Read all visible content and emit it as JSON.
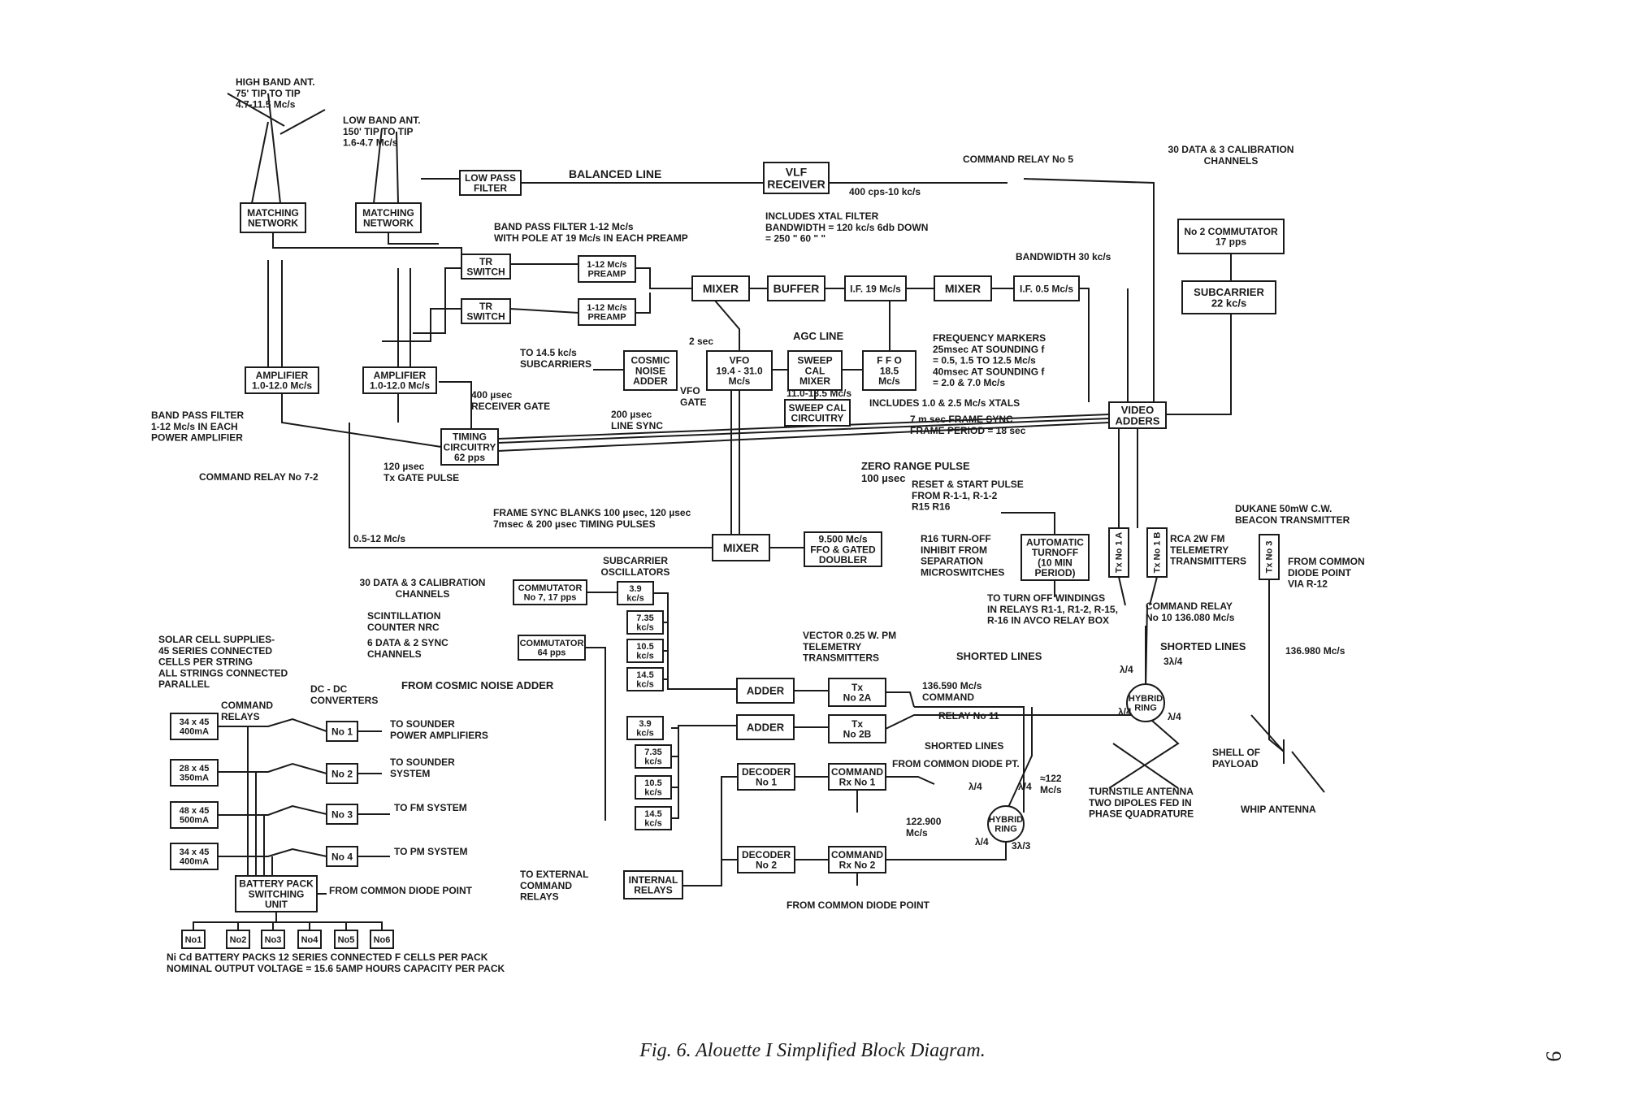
{
  "caption": "Fig. 6.  Alouette I Simplified Block Diagram.",
  "page_number": "9",
  "colors": {
    "ink": "#1a1a1a",
    "paper": "#ffffff"
  },
  "blocks": [
    {
      "id": "matching-network-1",
      "lines": [
        "MATCHING",
        "NETWORK"
      ]
    },
    {
      "id": "matching-network-2",
      "lines": [
        "MATCHING",
        "NETWORK"
      ]
    },
    {
      "id": "low-pass-filter",
      "lines": [
        "LOW PASS",
        "FILTER"
      ]
    },
    {
      "id": "vlf-receiver",
      "lines": [
        "VLF",
        "RECEIVER"
      ]
    },
    {
      "id": "tr-switch-1",
      "lines": [
        "TR",
        "SWITCH"
      ]
    },
    {
      "id": "tr-switch-2",
      "lines": [
        "TR",
        "SWITCH"
      ]
    },
    {
      "id": "preamp-1",
      "lines": [
        "1-12 Mc/s",
        "PREAMP"
      ]
    },
    {
      "id": "preamp-2",
      "lines": [
        "1-12 Mc/s",
        "PREAMP"
      ]
    },
    {
      "id": "mixer-1",
      "lines": [
        "MIXER"
      ]
    },
    {
      "id": "buffer",
      "lines": [
        "BUFFER"
      ]
    },
    {
      "id": "if-19",
      "lines": [
        "I.F. 19 Mc/s"
      ]
    },
    {
      "id": "mixer-2",
      "lines": [
        "MIXER"
      ]
    },
    {
      "id": "if-05",
      "lines": [
        "I.F. 0.5 Mc/s"
      ]
    },
    {
      "id": "no2-commutator",
      "lines": [
        "No 2 COMMUTATOR",
        "17 pps"
      ]
    },
    {
      "id": "subcarrier-22",
      "lines": [
        "SUBCARRIER",
        "22 kc/s"
      ]
    },
    {
      "id": "amplifier-1",
      "lines": [
        "AMPLIFIER",
        "1.0-12.0 Mc/s"
      ]
    },
    {
      "id": "amplifier-2",
      "lines": [
        "AMPLIFIER",
        "1.0-12.0 Mc/s"
      ]
    },
    {
      "id": "cosmic-noise-adder",
      "lines": [
        "COSMIC",
        "NOISE",
        "ADDER"
      ]
    },
    {
      "id": "vfo",
      "lines": [
        "VFO",
        "19.4 - 31.0",
        "Mc/s"
      ]
    },
    {
      "id": "sweep-cal-mixer",
      "lines": [
        "SWEEP",
        "CAL",
        "MIXER"
      ]
    },
    {
      "id": "ffo",
      "lines": [
        "F F O",
        "18.5",
        "Mc/s"
      ]
    },
    {
      "id": "sweep-cal-circuitry",
      "lines": [
        "SWEEP CAL",
        "CIRCUITRY"
      ]
    },
    {
      "id": "video-adders",
      "lines": [
        "VIDEO",
        "ADDERS"
      ]
    },
    {
      "id": "timing-circuitry",
      "lines": [
        "TIMING",
        "CIRCUITRY",
        "62 pps"
      ]
    },
    {
      "id": "mixer-3",
      "lines": [
        "MIXER"
      ]
    },
    {
      "id": "ffo-doubler",
      "lines": [
        "9.500 Mc/s",
        "FFO & GATED",
        "DOUBLER"
      ]
    },
    {
      "id": "automatic-turnoff",
      "lines": [
        "AUTOMATIC",
        "TURNOFF",
        "(10 MIN",
        "PERIOD)"
      ]
    },
    {
      "id": "tx-no1a",
      "lines": [
        "Tx No 1 A"
      ]
    },
    {
      "id": "tx-no1b",
      "lines": [
        "Tx No 1 B"
      ]
    },
    {
      "id": "tx-no3",
      "lines": [
        "Tx No 3"
      ]
    },
    {
      "id": "commutator-no7",
      "lines": [
        "COMMUTATOR",
        "No 7, 17 pps"
      ]
    },
    {
      "id": "commutator-64",
      "lines": [
        "COMMUTATOR",
        "64 pps"
      ]
    },
    {
      "id": "osc-3-9-a",
      "lines": [
        "3.9",
        "kc/s"
      ]
    },
    {
      "id": "osc-7-35-a",
      "lines": [
        "7.35",
        "kc/s"
      ]
    },
    {
      "id": "osc-10-5-a",
      "lines": [
        "10.5",
        "kc/s"
      ]
    },
    {
      "id": "osc-14-5-a",
      "lines": [
        "14.5",
        "kc/s"
      ]
    },
    {
      "id": "osc-3-9-b",
      "lines": [
        "3.9",
        "kc/s"
      ]
    },
    {
      "id": "osc-7-35-b",
      "lines": [
        "7.35",
        "kc/s"
      ]
    },
    {
      "id": "osc-10-5-b",
      "lines": [
        "10.5",
        "kc/s"
      ]
    },
    {
      "id": "osc-14-5-b",
      "lines": [
        "14.5",
        "kc/s"
      ]
    },
    {
      "id": "adder-1",
      "lines": [
        "ADDER"
      ]
    },
    {
      "id": "adder-2",
      "lines": [
        "ADDER"
      ]
    },
    {
      "id": "tx-no2a",
      "lines": [
        "Tx",
        "No 2A"
      ]
    },
    {
      "id": "tx-no2b",
      "lines": [
        "Tx",
        "No 2B"
      ]
    },
    {
      "id": "decoder-no1",
      "lines": [
        "DECODER",
        "No 1"
      ]
    },
    {
      "id": "command-rx-no1",
      "lines": [
        "COMMAND",
        "Rx No 1"
      ]
    },
    {
      "id": "decoder-no2",
      "lines": [
        "DECODER",
        "No 2"
      ]
    },
    {
      "id": "command-rx-no2",
      "lines": [
        "COMMAND",
        "Rx No 2"
      ]
    },
    {
      "id": "internal-relays",
      "lines": [
        "INTERNAL",
        "RELAYS"
      ]
    },
    {
      "id": "hybrid-ring-1",
      "lines": [
        "HYBRID",
        "RING"
      ]
    },
    {
      "id": "hybrid-ring-2",
      "lines": [
        "HYBRID",
        "RING"
      ]
    },
    {
      "id": "solar-34x45-a",
      "lines": [
        "34 x 45",
        "400mA"
      ]
    },
    {
      "id": "solar-28x45",
      "lines": [
        "28 x 45",
        "350mA"
      ]
    },
    {
      "id": "solar-48x45",
      "lines": [
        "48 x 45",
        "500mA"
      ]
    },
    {
      "id": "solar-34x45-b",
      "lines": [
        "34 x 45",
        "400mA"
      ]
    },
    {
      "id": "dcdc-no1",
      "lines": [
        "No 1"
      ]
    },
    {
      "id": "dcdc-no2",
      "lines": [
        "No 2"
      ]
    },
    {
      "id": "dcdc-no3",
      "lines": [
        "No 3"
      ]
    },
    {
      "id": "dcdc-no4",
      "lines": [
        "No 4"
      ]
    },
    {
      "id": "battery-switching",
      "lines": [
        "BATTERY PACK",
        "SWITCHING",
        "UNIT"
      ]
    },
    {
      "id": "pack-no1",
      "lines": [
        "No1"
      ]
    },
    {
      "id": "pack-no2",
      "lines": [
        "No2"
      ]
    },
    {
      "id": "pack-no3",
      "lines": [
        "No3"
      ]
    },
    {
      "id": "pack-no4",
      "lines": [
        "No4"
      ]
    },
    {
      "id": "pack-no5",
      "lines": [
        "No5"
      ]
    },
    {
      "id": "pack-no6",
      "lines": [
        "No6"
      ]
    }
  ],
  "labels": [
    {
      "id": "high-band-ant",
      "lines": [
        "HIGH BAND ANT.",
        "75' TIP TO TIP",
        "4.7-11.5 Mc/s"
      ]
    },
    {
      "id": "low-band-ant",
      "lines": [
        "LOW BAND ANT.",
        "150' TIP TO TIP",
        "1.6-4.7 Mc/s"
      ]
    },
    {
      "id": "balanced-line",
      "lines": [
        "BALANCED LINE"
      ]
    },
    {
      "id": "vlf-range",
      "lines": [
        "400 cps-10 kc/s"
      ]
    },
    {
      "id": "command-relay-5",
      "lines": [
        "COMMAND RELAY No 5"
      ]
    },
    {
      "id": "data-channels-top",
      "lines": [
        "30 DATA & 3 CALIBRATION",
        "CHANNELS"
      ]
    },
    {
      "id": "xtal-filter",
      "lines": [
        "INCLUDES XTAL FILTER",
        "BANDWIDTH = 120 kc/s 6db DOWN",
        "= 250 \"   60 \"   \""
      ]
    },
    {
      "id": "band-pass-preamp",
      "lines": [
        "BAND PASS FILTER 1-12 Mc/s",
        "WITH POLE AT 19 Mc/s IN EACH PREAMP"
      ]
    },
    {
      "id": "bandwidth-30",
      "lines": [
        "BANDWIDTH 30 kc/s"
      ]
    },
    {
      "id": "agc-line",
      "lines": [
        "AGC LINE"
      ]
    },
    {
      "id": "two-sec",
      "lines": [
        "2 sec"
      ]
    },
    {
      "id": "to-subcarriers",
      "lines": [
        "TO 14.5 kc/s",
        "SUBCARRIERS"
      ]
    },
    {
      "id": "frequency-markers",
      "lines": [
        "FREQUENCY MARKERS",
        "25msec AT SOUNDING f",
        "= 0.5, 1.5 TO 12.5 Mc/s",
        "40msec AT SOUNDING f",
        "= 2.0 & 7.0 Mc/s"
      ]
    },
    {
      "id": "vfo-gate",
      "lines": [
        "VFO",
        "GATE"
      ]
    },
    {
      "id": "sweep-range",
      "lines": [
        "11.0-13.5 Mc/s"
      ]
    },
    {
      "id": "includes-xtals",
      "lines": [
        "INCLUDES 1.0 & 2.5 Mc/s XTALS"
      ]
    },
    {
      "id": "band-pass-power",
      "lines": [
        "BAND PASS FILTER",
        "1-12 Mc/s IN EACH",
        "POWER AMPLIFIER"
      ]
    },
    {
      "id": "receiver-gate",
      "lines": [
        "400 µsec",
        "RECEIVER GATE"
      ]
    },
    {
      "id": "line-sync",
      "lines": [
        "200 µsec",
        "LINE SYNC"
      ]
    },
    {
      "id": "frame-sync",
      "lines": [
        "7 m sec FRAME SYNC",
        "FRAME PERIOD = 18 sec"
      ]
    },
    {
      "id": "command-relay-7-2",
      "lines": [
        "COMMAND RELAY No 7-2"
      ]
    },
    {
      "id": "tx-gate-pulse",
      "lines": [
        "120 µsec",
        "Tx GATE PULSE"
      ]
    },
    {
      "id": "zero-range",
      "lines": [
        "ZERO RANGE PULSE",
        "100 µsec"
      ]
    },
    {
      "id": "reset-start",
      "lines": [
        "RESET & START PULSE",
        "FROM R-1-1, R-1-2",
        "R15  R16"
      ]
    },
    {
      "id": "frame-blanks",
      "lines": [
        "FRAME SYNC BLANKS 100 µsec, 120 µsec",
        "7msec    & 200 µsec TIMING PULSES"
      ]
    },
    {
      "id": "dukane",
      "lines": [
        "DUKANE 50mW C.W.",
        "BEACON TRANSMITTER"
      ]
    },
    {
      "id": "rca-telemetry",
      "lines": [
        "RCA 2W FM",
        "TELEMETRY",
        "TRANSMITTERS"
      ]
    },
    {
      "id": "from-diode-r12",
      "lines": [
        "FROM COMMON",
        "DIODE POINT",
        "VIA R-12"
      ]
    },
    {
      "id": "range-05-12",
      "lines": [
        "0.5-12 Mc/s"
      ]
    },
    {
      "id": "r16-turnoff",
      "lines": [
        "R16 TURN-OFF",
        "INHIBIT FROM",
        "SEPARATION",
        "MICROSWITCHES"
      ]
    },
    {
      "id": "turn-off-windings",
      "lines": [
        "TO TURN OFF WINDINGS",
        "IN RELAYS R1-1, R1-2, R-15,",
        "R-16 IN AVCO RELAY BOX"
      ]
    },
    {
      "id": "command-relay-10",
      "lines": [
        "COMMAND RELAY",
        "No 10  136.080 Mc/s"
      ]
    },
    {
      "id": "data-channels-bottom",
      "lines": [
        "30 DATA & 3 CALIBRATION",
        "CHANNELS"
      ]
    },
    {
      "id": "subcarrier-oscillators",
      "lines": [
        "SUBCARRIER",
        "OSCILLATORS"
      ]
    },
    {
      "id": "scintillation",
      "lines": [
        "SCINTILLATION",
        "COUNTER NRC"
      ]
    },
    {
      "id": "data-sync-channels",
      "lines": [
        "6 DATA & 2 SYNC",
        "CHANNELS"
      ]
    },
    {
      "id": "from-cosmic",
      "lines": [
        "FROM COSMIC NOISE ADDER"
      ]
    },
    {
      "id": "vector-telemetry",
      "lines": [
        "VECTOR 0.25 W. PM",
        "TELEMETRY",
        "TRANSMITTERS"
      ]
    },
    {
      "id": "shorted-lines-1",
      "lines": [
        "SHORTED LINES"
      ]
    },
    {
      "id": "shorted-lines-2",
      "lines": [
        "SHORTED LINES"
      ]
    },
    {
      "id": "shorted-lines-3",
      "lines": [
        "SHORTED LINES"
      ]
    },
    {
      "id": "command-136",
      "lines": [
        "136.590 Mc/s",
        "COMMAND"
      ]
    },
    {
      "id": "relay-no11",
      "lines": [
        "RELAY No 11"
      ]
    },
    {
      "id": "from-diode-pt",
      "lines": [
        "FROM COMMON DIODE PT."
      ]
    },
    {
      "id": "freq-122",
      "lines": [
        "≈122",
        "Mc/s"
      ]
    },
    {
      "id": "freq-122900",
      "lines": [
        "122.900",
        "Mc/s"
      ]
    },
    {
      "id": "turnstile",
      "lines": [
        "TURNSTILE ANTENNA",
        "TWO DIPOLES FED IN",
        "PHASE QUADRATURE"
      ]
    },
    {
      "id": "freq-136980",
      "lines": [
        "136.980 Mc/s"
      ]
    },
    {
      "id": "shell-payload",
      "lines": [
        "SHELL OF",
        "PAYLOAD"
      ]
    },
    {
      "id": "whip-antenna",
      "lines": [
        "WHIP ANTENNA"
      ]
    },
    {
      "id": "solar-supplies",
      "lines": [
        "SOLAR CELL SUPPLIES-",
        "45 SERIES CONNECTED",
        "CELLS PER STRING",
        "ALL STRINGS CONNECTED",
        "PARALLEL"
      ]
    },
    {
      "id": "command-relays",
      "lines": [
        "COMMAND",
        "RELAYS"
      ]
    },
    {
      "id": "dcdc-converters",
      "lines": [
        "DC - DC",
        "CONVERTERS"
      ]
    },
    {
      "id": "to-sounder-pa",
      "lines": [
        "TO SOUNDER",
        "POWER AMPLIFIERS"
      ]
    },
    {
      "id": "to-sounder-sys",
      "lines": [
        "TO SOUNDER",
        "SYSTEM"
      ]
    },
    {
      "id": "to-fm",
      "lines": [
        "TO FM SYSTEM"
      ]
    },
    {
      "id": "to-pm",
      "lines": [
        "TO PM SYSTEM"
      ]
    },
    {
      "id": "from-diode-battery",
      "lines": [
        "FROM COMMON DIODE POINT"
      ]
    },
    {
      "id": "to-external",
      "lines": [
        "TO EXTERNAL",
        "COMMAND",
        "RELAYS"
      ]
    },
    {
      "id": "from-diode-bottom",
      "lines": [
        "FROM COMMON DIODE POINT"
      ]
    },
    {
      "id": "nicd",
      "lines": [
        "Ni Cd BATTERY PACKS  12 SERIES CONNECTED F CELLS PER PACK",
        "NOMINAL OUTPUT VOLTAGE = 15.6   5AMP HOURS CAPACITY PER PACK"
      ]
    },
    {
      "id": "lambda-labels",
      "lines": [
        "λ/4",
        "3λ/4",
        "λ/4",
        "λ/4",
        "λ/4",
        "λ/4",
        "λ/4",
        "3λ/3"
      ]
    }
  ]
}
